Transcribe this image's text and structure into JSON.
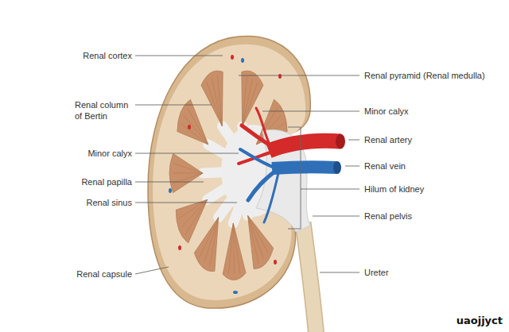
{
  "diagram": {
    "labels": [
      "Renal cortex",
      "Renal pyramid (Renal medulla)",
      "Renal column of Bertin",
      "Minor calyx",
      "Renal artery",
      "Minor calyx",
      "Renal vein",
      "Renal papilla",
      "Hilum of kidney",
      "Renal sinus",
      "Renal pelvis",
      "Ureter",
      "Renal capsule",
      "uaojjyct"
    ]
  }
}
